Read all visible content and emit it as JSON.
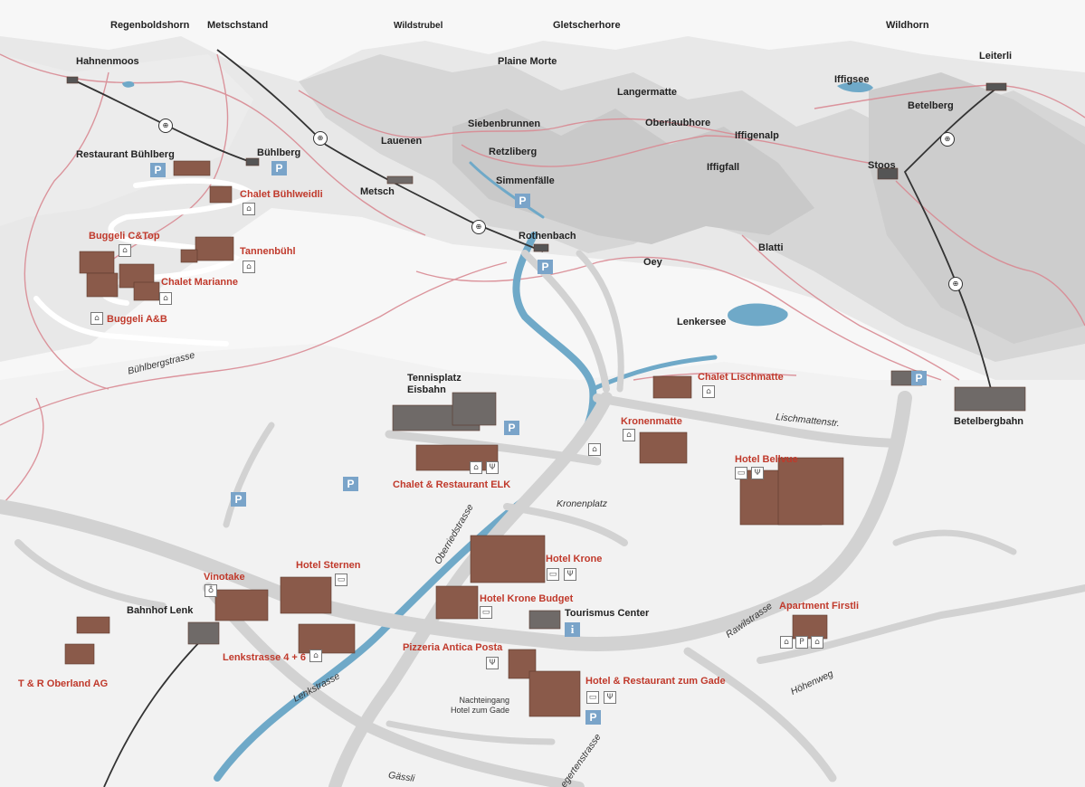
{
  "map": {
    "peaks": {
      "regenboldshorn": "Regenboldshorn",
      "metschstand": "Metschstand",
      "wildstrubel": "Wildstrubel",
      "gletscherhore": "Gletscherhore",
      "wildhorn": "Wildhorn",
      "hahnenmoos": "Hahnenmoos",
      "plaine_morte": "Plaine Morte",
      "leiterli": "Leiterli",
      "iffigsee": "Iffigsee",
      "langermatte": "Langermatte",
      "betelberg": "Betelberg",
      "siebenbrunnen": "Siebenbrunnen",
      "oberlaubhore": "Oberlaubhore",
      "iffigenalp": "Iffigenalp",
      "buhlberg": "Bühlberg",
      "lauenen": "Lauenen",
      "retzliberg": "Retzliberg",
      "iffigfall": "Iffigfall",
      "stoos": "Stoos",
      "simmenfalle": "Simmenfälle",
      "metsch": "Metsch",
      "rothenbach": "Rothenbach",
      "blatti": "Blatti",
      "oey": "Oey",
      "lenkersee": "Lenkersee",
      "tennisplatz": "Tennisplatz",
      "eisbahn": "Eisbahn",
      "betelbergbahn": "Betelbergbahn",
      "bahnhof_lenk": "Bahnhof Lenk",
      "tourismus_center": "Tourismus Center"
    },
    "places": {
      "restaurant_buhlberg": "Restaurant Bühlberg",
      "chalet_buhlweidli": "Chalet Bühlweidli",
      "buggeli_ctop": "Buggeli C&Top",
      "tannenbuhl": "Tannenbühl",
      "chalet_marianne": "Chalet Marianne",
      "buggeli_ab": "Buggeli A&B",
      "chalet_lischmatte": "Chalet Lischmatte",
      "kronenmatte": "Kronenmatte",
      "chalet_restaurant_elk": "Chalet & Restaurant ELK",
      "hotel_bellvue": "Hotel Bellvue",
      "hotel_krone": "Hotel Krone",
      "hotel_krone_budget": "Hotel Krone Budget",
      "vinotake": "Vinotake",
      "hotel_sternen": "Hotel Sternen",
      "apartment_firstli": "Apartment Firstli",
      "pizzeria_antica_posta": "Pizzeria Antica Posta",
      "lenkstrasse_4_6": "Lenkstrasse 4 + 6",
      "hotel_zum_gade": "Hotel & Restaurant zum Gade",
      "tr_oberland": "T & R Oberland AG"
    },
    "streets": {
      "buhlbergstrasse": "Bühlbergstrasse",
      "lischmattenstr": "Lischmattenstr.",
      "kronenplatz": "Kronenplatz",
      "oberriedstrasse": "Oberriedstrasse",
      "rawilstrasse": "Rawilstrasse",
      "hohenweg": "Höhenweg",
      "lenkstrasse": "Lenkstrasse",
      "gassli": "Gässli",
      "seeweg": "egertenstrasse"
    },
    "notes": {
      "nachteingang_1": "Nachteingang",
      "nachteingang_2": "Hotel zum Gade"
    },
    "symbols": {
      "parking": "P",
      "info": "i",
      "lift": "⊕"
    },
    "colors": {
      "river": "#6fa9c8",
      "trail": "#d98a93",
      "road": "#cfcfcf",
      "building": "#8a5a4a",
      "label_red": "#c0392b",
      "parking": "#7aa4c9"
    }
  }
}
